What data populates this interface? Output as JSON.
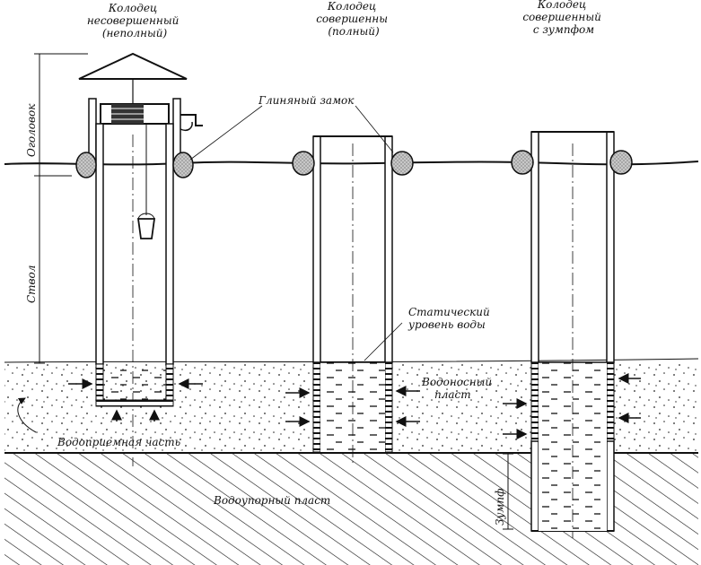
{
  "titles": {
    "well1": [
      "Колодец",
      "несовершенный",
      "(неполный)"
    ],
    "well2": [
      "Колодец",
      "совершенны",
      "(полный)"
    ],
    "well3": [
      "Колодец",
      "совершенный",
      "с зумпфом"
    ]
  },
  "labels": {
    "head": "Оголовок",
    "shaft": "Ствол",
    "clay_lock": "Глиняный замок",
    "static_level": [
      "Статический",
      "уровень воды"
    ],
    "aquifer": [
      "Водоносный",
      "пласт"
    ],
    "intake": "Водоприемная часть",
    "aquitard": "Водоупорный пласт",
    "sump": "Зумпф"
  },
  "colors": {
    "ink": "#111111",
    "paper": "#ffffff",
    "clay": "#b9b9b9"
  }
}
